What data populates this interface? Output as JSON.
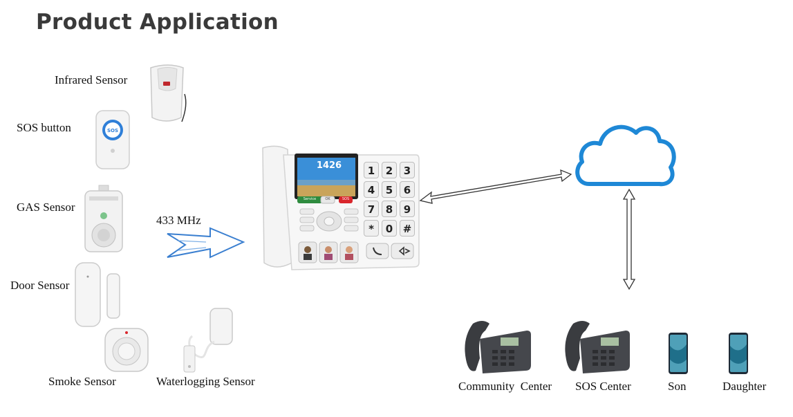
{
  "title": "Product Application",
  "sensors": [
    {
      "label": "Infrared Sensor"
    },
    {
      "label": "SOS button"
    },
    {
      "label": "GAS Sensor"
    },
    {
      "label": "Door Sensor"
    },
    {
      "label": "Smoke Sensor"
    },
    {
      "label": "Waterlogging Sensor"
    }
  ],
  "link": {
    "label": "433 MHz"
  },
  "phone": {
    "screen_time": "1426",
    "keys": [
      "1",
      "2",
      "3",
      "4",
      "5",
      "6",
      "7",
      "8",
      "9",
      "*",
      "0",
      "#"
    ],
    "buttons": {
      "service": "Service",
      "ok": "OK",
      "sos": "SOS"
    }
  },
  "receivers": [
    {
      "label": "Community  Center"
    },
    {
      "label": "SOS Center"
    },
    {
      "label": "Son"
    },
    {
      "label": "Daughter"
    }
  ],
  "colors": {
    "cloud": "#1e88d6",
    "arrow": "#3a7fd0",
    "sos_red": "#d9262c",
    "service_green": "#2e8b3e"
  }
}
